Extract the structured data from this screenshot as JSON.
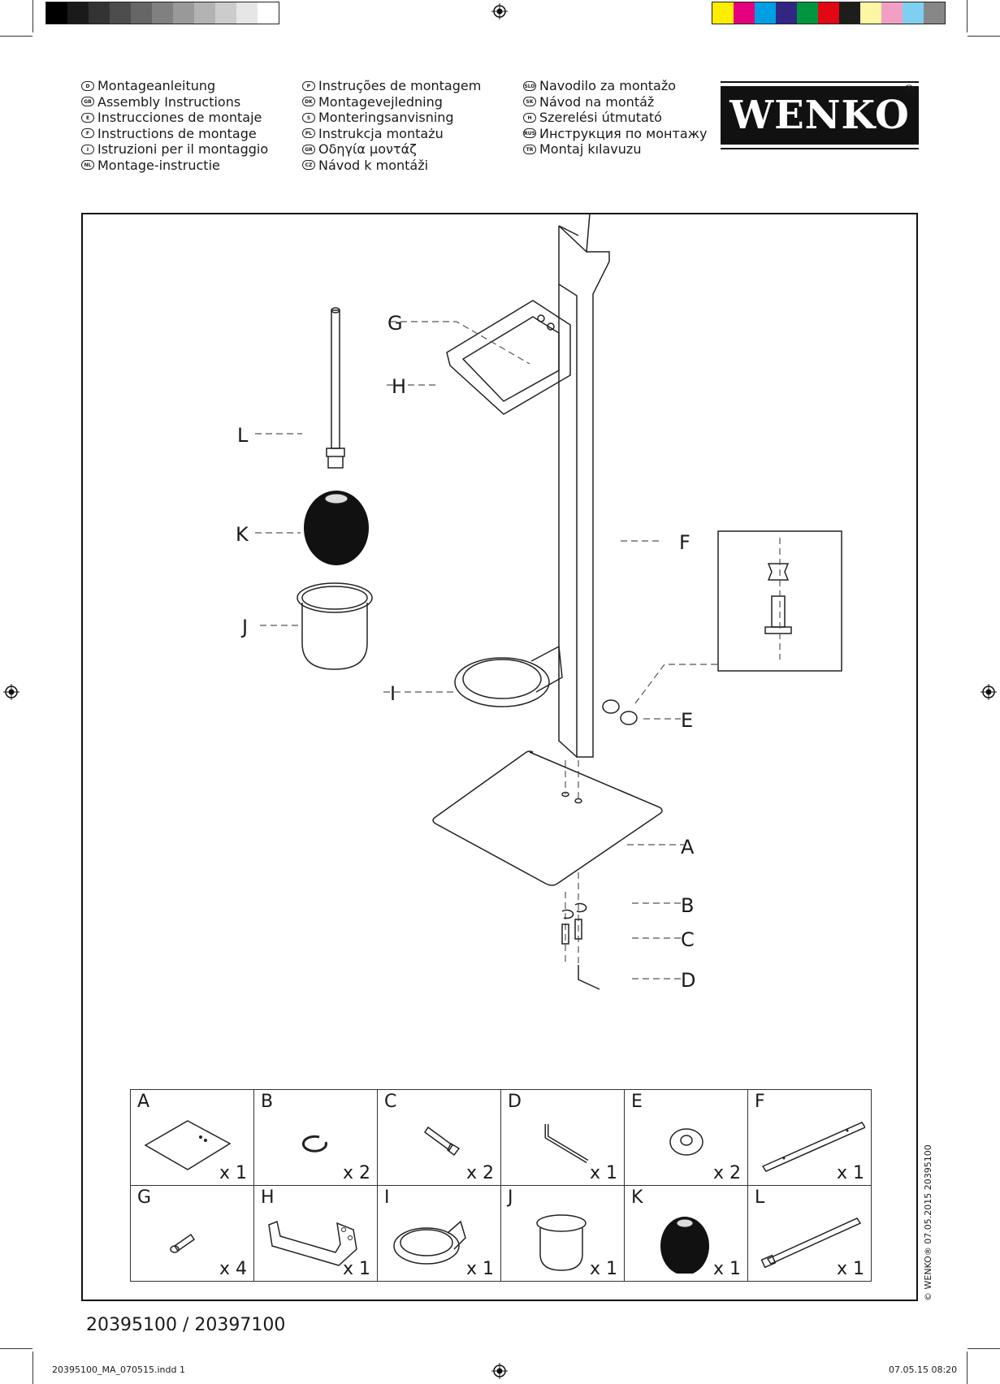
{
  "languages": [
    [
      {
        "code": "D",
        "text": "Montageanleitung"
      },
      {
        "code": "GB",
        "text": "Assembly Instructions"
      },
      {
        "code": "E",
        "text": "Instrucciones de montaje"
      },
      {
        "code": "F",
        "text": "Instructions de montage"
      },
      {
        "code": "I",
        "text": "Istruzioni per il montaggio"
      },
      {
        "code": "NL",
        "text": "Montage-instructie"
      }
    ],
    [
      {
        "code": "P",
        "text": "Instruções de montagem"
      },
      {
        "code": "DK",
        "text": "Montagevejledning"
      },
      {
        "code": "S",
        "text": "Monteringsanvisning"
      },
      {
        "code": "PL",
        "text": "Instrukcja montażu"
      },
      {
        "code": "GR",
        "text": "Οδηγία μοντάζ"
      },
      {
        "code": "CZ",
        "text": "Návod k montáži"
      }
    ],
    [
      {
        "code": "SLO",
        "text": "Navodilo za montažo"
      },
      {
        "code": "SK",
        "text": "Návod na montáž"
      },
      {
        "code": "H",
        "text": "Szerelési útmutató"
      },
      {
        "code": "RUS",
        "text": "Инструкция по монтажу"
      },
      {
        "code": "TR",
        "text": "Montaj kılavuzu"
      }
    ]
  ],
  "logo": {
    "text": "WENKO",
    "registered": "®"
  },
  "diagram_labels": {
    "G": "G",
    "H": "H",
    "L": "L",
    "K": "K",
    "J": "J",
    "I": "I",
    "F": "F",
    "E": "E",
    "A": "A",
    "B": "B",
    "C": "C",
    "D": "D"
  },
  "parts": [
    {
      "label": "A",
      "qty": "x 1",
      "icon": "base-plate-icon"
    },
    {
      "label": "B",
      "qty": "x 2",
      "icon": "washer-icon"
    },
    {
      "label": "C",
      "qty": "x 2",
      "icon": "bolt-icon"
    },
    {
      "label": "D",
      "qty": "x 1",
      "icon": "allen-key-icon"
    },
    {
      "label": "E",
      "qty": "x 2",
      "icon": "barrel-nut-icon"
    },
    {
      "label": "F",
      "qty": "x 1",
      "icon": "pole-icon"
    },
    {
      "label": "G",
      "qty": "x 4",
      "icon": "screw-icon"
    },
    {
      "label": "H",
      "qty": "x 1",
      "icon": "paper-holder-icon"
    },
    {
      "label": "I",
      "qty": "x 1",
      "icon": "ring-holder-icon"
    },
    {
      "label": "J",
      "qty": "x 1",
      "icon": "brush-cup-icon"
    },
    {
      "label": "K",
      "qty": "x 1",
      "icon": "brush-head-icon"
    },
    {
      "label": "L",
      "qty": "x 1",
      "icon": "brush-handle-icon"
    }
  ],
  "copyright": "© WENKO® 07.05.2015 20395100",
  "model_numbers": "20395100 / 20397100",
  "footer": {
    "file": "20395100_MA_070515.indd 1",
    "datetime": "07.05.15 08:20"
  },
  "swatch_colors": {
    "gray": [
      "#000000",
      "#1a1a1a",
      "#333333",
      "#4d4d4d",
      "#666666",
      "#808080",
      "#999999",
      "#b3b3b3",
      "#cccccc",
      "#e6e6e6",
      "#ffffff"
    ],
    "color": [
      "#ffed00",
      "#e5007d",
      "#009fe3",
      "#312783",
      "#009640",
      "#e30613",
      "#1d1d1b",
      "#fff6a3",
      "#f29fc5",
      "#7fcff1",
      "#878787"
    ]
  }
}
